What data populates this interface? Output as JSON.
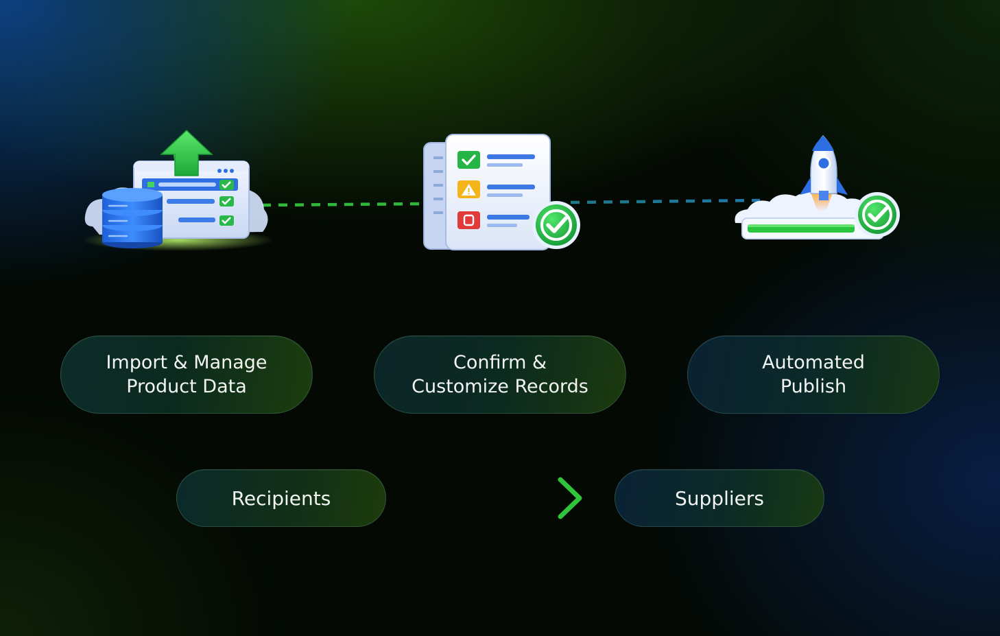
{
  "steps": [
    {
      "label_line1": "Import & Manage",
      "label_line2": "Product Data",
      "icon": "database-upload-icon"
    },
    {
      "label_line1": "Confirm &",
      "label_line2": "Customize Records",
      "icon": "checklist-document-icon"
    },
    {
      "label_line1": "Automated",
      "label_line2": "Publish",
      "icon": "rocket-launch-icon"
    }
  ],
  "flow": {
    "from": "Recipients",
    "to": "Suppliers",
    "arrow_icon": "right-arrow-icon"
  },
  "colors": {
    "connector_green": "#2fb83a",
    "connector_teal": "#1f7f8a",
    "arrow_start": "#1f6ff0",
    "arrow_end": "#2fc43a",
    "check_green": "#22b83a",
    "accent_blue": "#2f74e6"
  }
}
